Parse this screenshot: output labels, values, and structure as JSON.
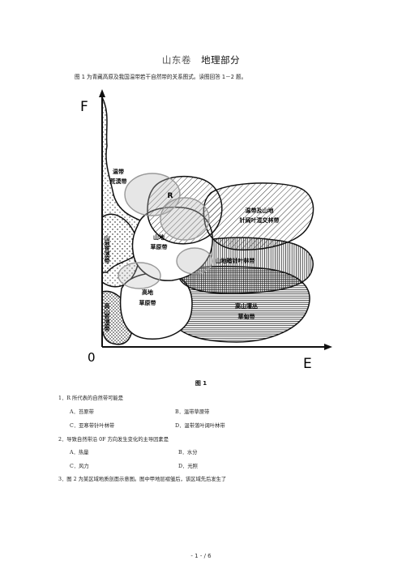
{
  "header": {
    "place": "山东卷",
    "subject": "地理部分"
  },
  "intro": "图 1 为青藏高原及我国温带若干自然带的关系图式。读图回答 1－2 题。",
  "figure": {
    "axis_y": "F",
    "axis_x": "E",
    "origin": "0",
    "zones": {
      "desert": [
        "温带",
        "荒漠带"
      ],
      "r": "R",
      "forest": [
        "温带及山地",
        "针阔叶混交林带"
      ],
      "steppe": [
        "山地",
        "草原带"
      ],
      "semi_desert": "山地荒漠带",
      "conifer": "山地暗针叶林带",
      "highland_steppe": [
        "高地",
        "草原带"
      ],
      "alpine_desert": "高山荒漠带",
      "meadow": [
        "高山灌丛",
        "草甸带"
      ]
    },
    "caption": "图 1"
  },
  "questions": [
    {
      "stem": "1．R 所代表的自然带可能是",
      "options": [
        "A．苔原带",
        "B．温带草原带",
        "C．亚寒带针叶林带",
        "D．温带落叶阔叶林带"
      ]
    },
    {
      "stem": "2．导致自然带沿 0F 方向发生变化的主导因素是",
      "options": [
        "A．热量",
        "B．水分",
        "C．风力",
        "D．光照"
      ]
    },
    {
      "stem": "3．图 2 为某区域地质剖面示意图。图中甲地层褶皱后，该区域先后发生了",
      "options": []
    }
  ],
  "footer": "- 1 - / 6"
}
